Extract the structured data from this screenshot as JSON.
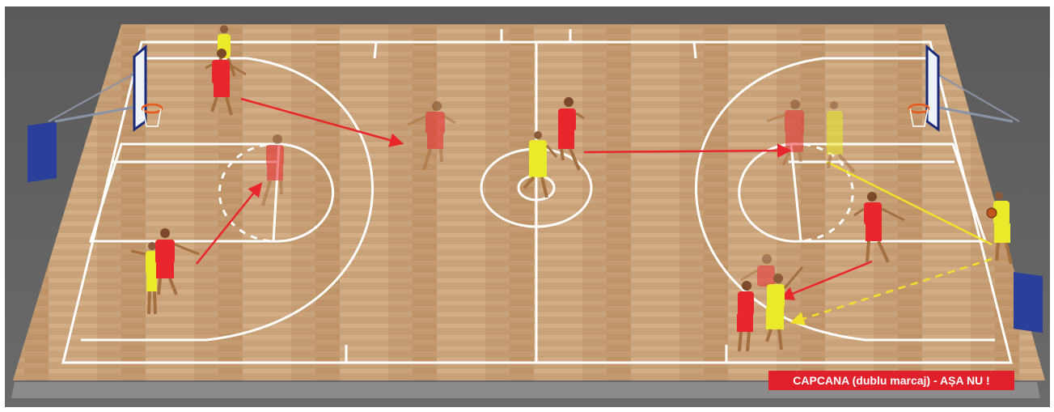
{
  "caption": {
    "text": "CAPCANA (dublu marcaj) - AȘA NU !",
    "color": "#e0202a"
  },
  "colors": {
    "court_wood": "#c9a27a",
    "court_lines": "#ffffff",
    "team_red": "#e8262b",
    "team_yellow": "#eaea2a",
    "pass_arrow_red": "#e8262b",
    "pass_arrow_yellow": "#f2e12a",
    "stanchion_pad": "#2a3f9a"
  },
  "players": [
    {
      "id": "red-left-corner-top",
      "team": "red",
      "ghost": false
    },
    {
      "id": "yellow-left-corner-top",
      "team": "yellow",
      "ghost": false
    },
    {
      "id": "red-left-wing",
      "team": "red",
      "ghost": false
    },
    {
      "id": "yellow-left-wing",
      "team": "yellow",
      "ghost": false
    },
    {
      "id": "red-left-ghost-elbow",
      "team": "red",
      "ghost": true
    },
    {
      "id": "red-left-ghost-top",
      "team": "red",
      "ghost": true
    },
    {
      "id": "red-center",
      "team": "red",
      "ghost": false
    },
    {
      "id": "yellow-center",
      "team": "yellow",
      "ghost": false
    },
    {
      "id": "red-right-ghost",
      "team": "red",
      "ghost": true
    },
    {
      "id": "yellow-right-ghost",
      "team": "yellow",
      "ghost": true
    },
    {
      "id": "red-right-elbow",
      "team": "red",
      "ghost": false
    },
    {
      "id": "yellow-ball-handler",
      "team": "yellow",
      "ghost": false,
      "has_ball": true
    },
    {
      "id": "red-right-low",
      "team": "red",
      "ghost": false
    },
    {
      "id": "yellow-right-low",
      "team": "yellow",
      "ghost": false
    },
    {
      "id": "red-right-low-ghost",
      "team": "red",
      "ghost": true
    }
  ],
  "movements": [
    {
      "id": "move-left-corner-to-wing",
      "type": "red-solid"
    },
    {
      "id": "move-left-wing-to-elbow",
      "type": "red-solid"
    },
    {
      "id": "move-center-to-right",
      "type": "red-solid"
    },
    {
      "id": "move-right-elbow-to-trap",
      "type": "red-solid"
    },
    {
      "id": "move-yellow-cut",
      "type": "yellow-solid"
    },
    {
      "id": "pass-yellow-dashed",
      "type": "yellow-dashed"
    }
  ]
}
